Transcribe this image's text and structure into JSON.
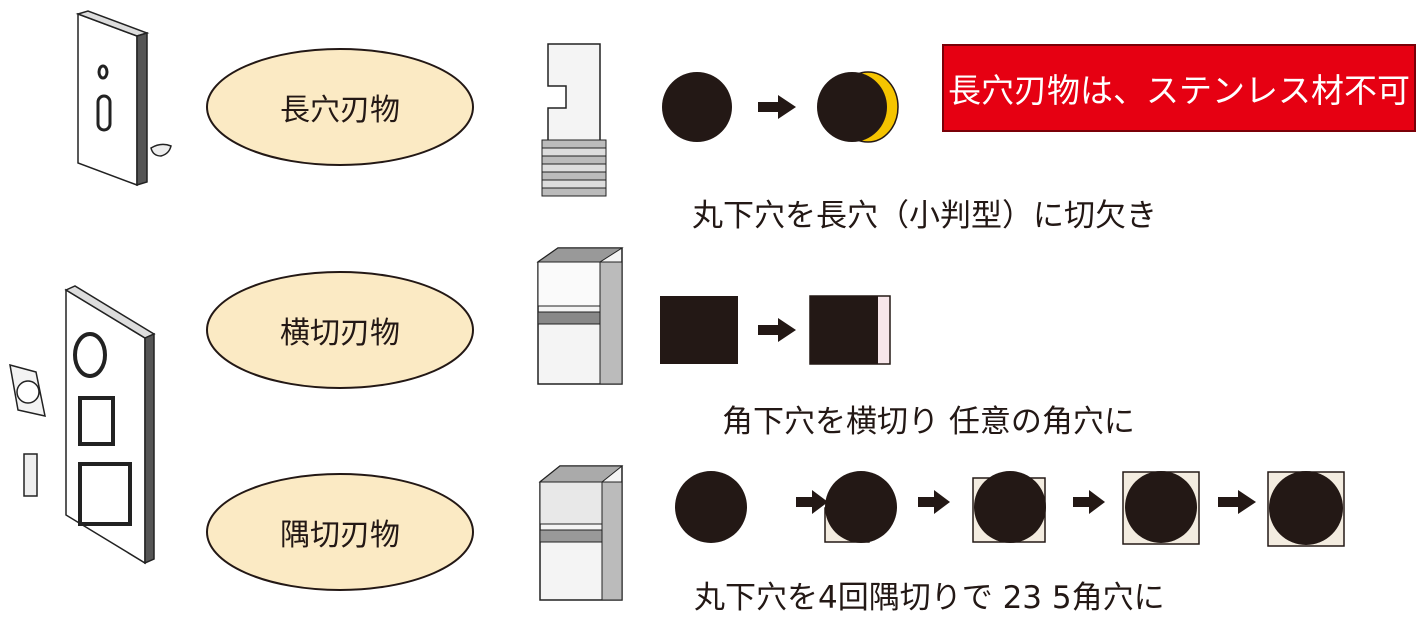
{
  "colors": {
    "ellipse_fill": "#fbeac4",
    "warning_bg": "#e60012",
    "shape_fill": "#231815",
    "crescent": "#f5c400",
    "square_bg": "#f3ece0"
  },
  "rows": [
    {
      "tool_label": "長穴刃物",
      "caption": "丸下穴を長穴（小判型）に切欠き"
    },
    {
      "tool_label": "横切刃物",
      "caption": "角下穴を横切り 任意の角穴に"
    },
    {
      "tool_label": "隅切刃物",
      "caption": "丸下穴を4回隅切りで 23 5角穴に"
    }
  ],
  "warning_text": "長穴刃物は、ステンレス材不可",
  "icons": {
    "plate_small": "plate-with-slot-icon",
    "plate_large": "plate-with-holes-icon",
    "arrow": "right-arrow-icon"
  }
}
